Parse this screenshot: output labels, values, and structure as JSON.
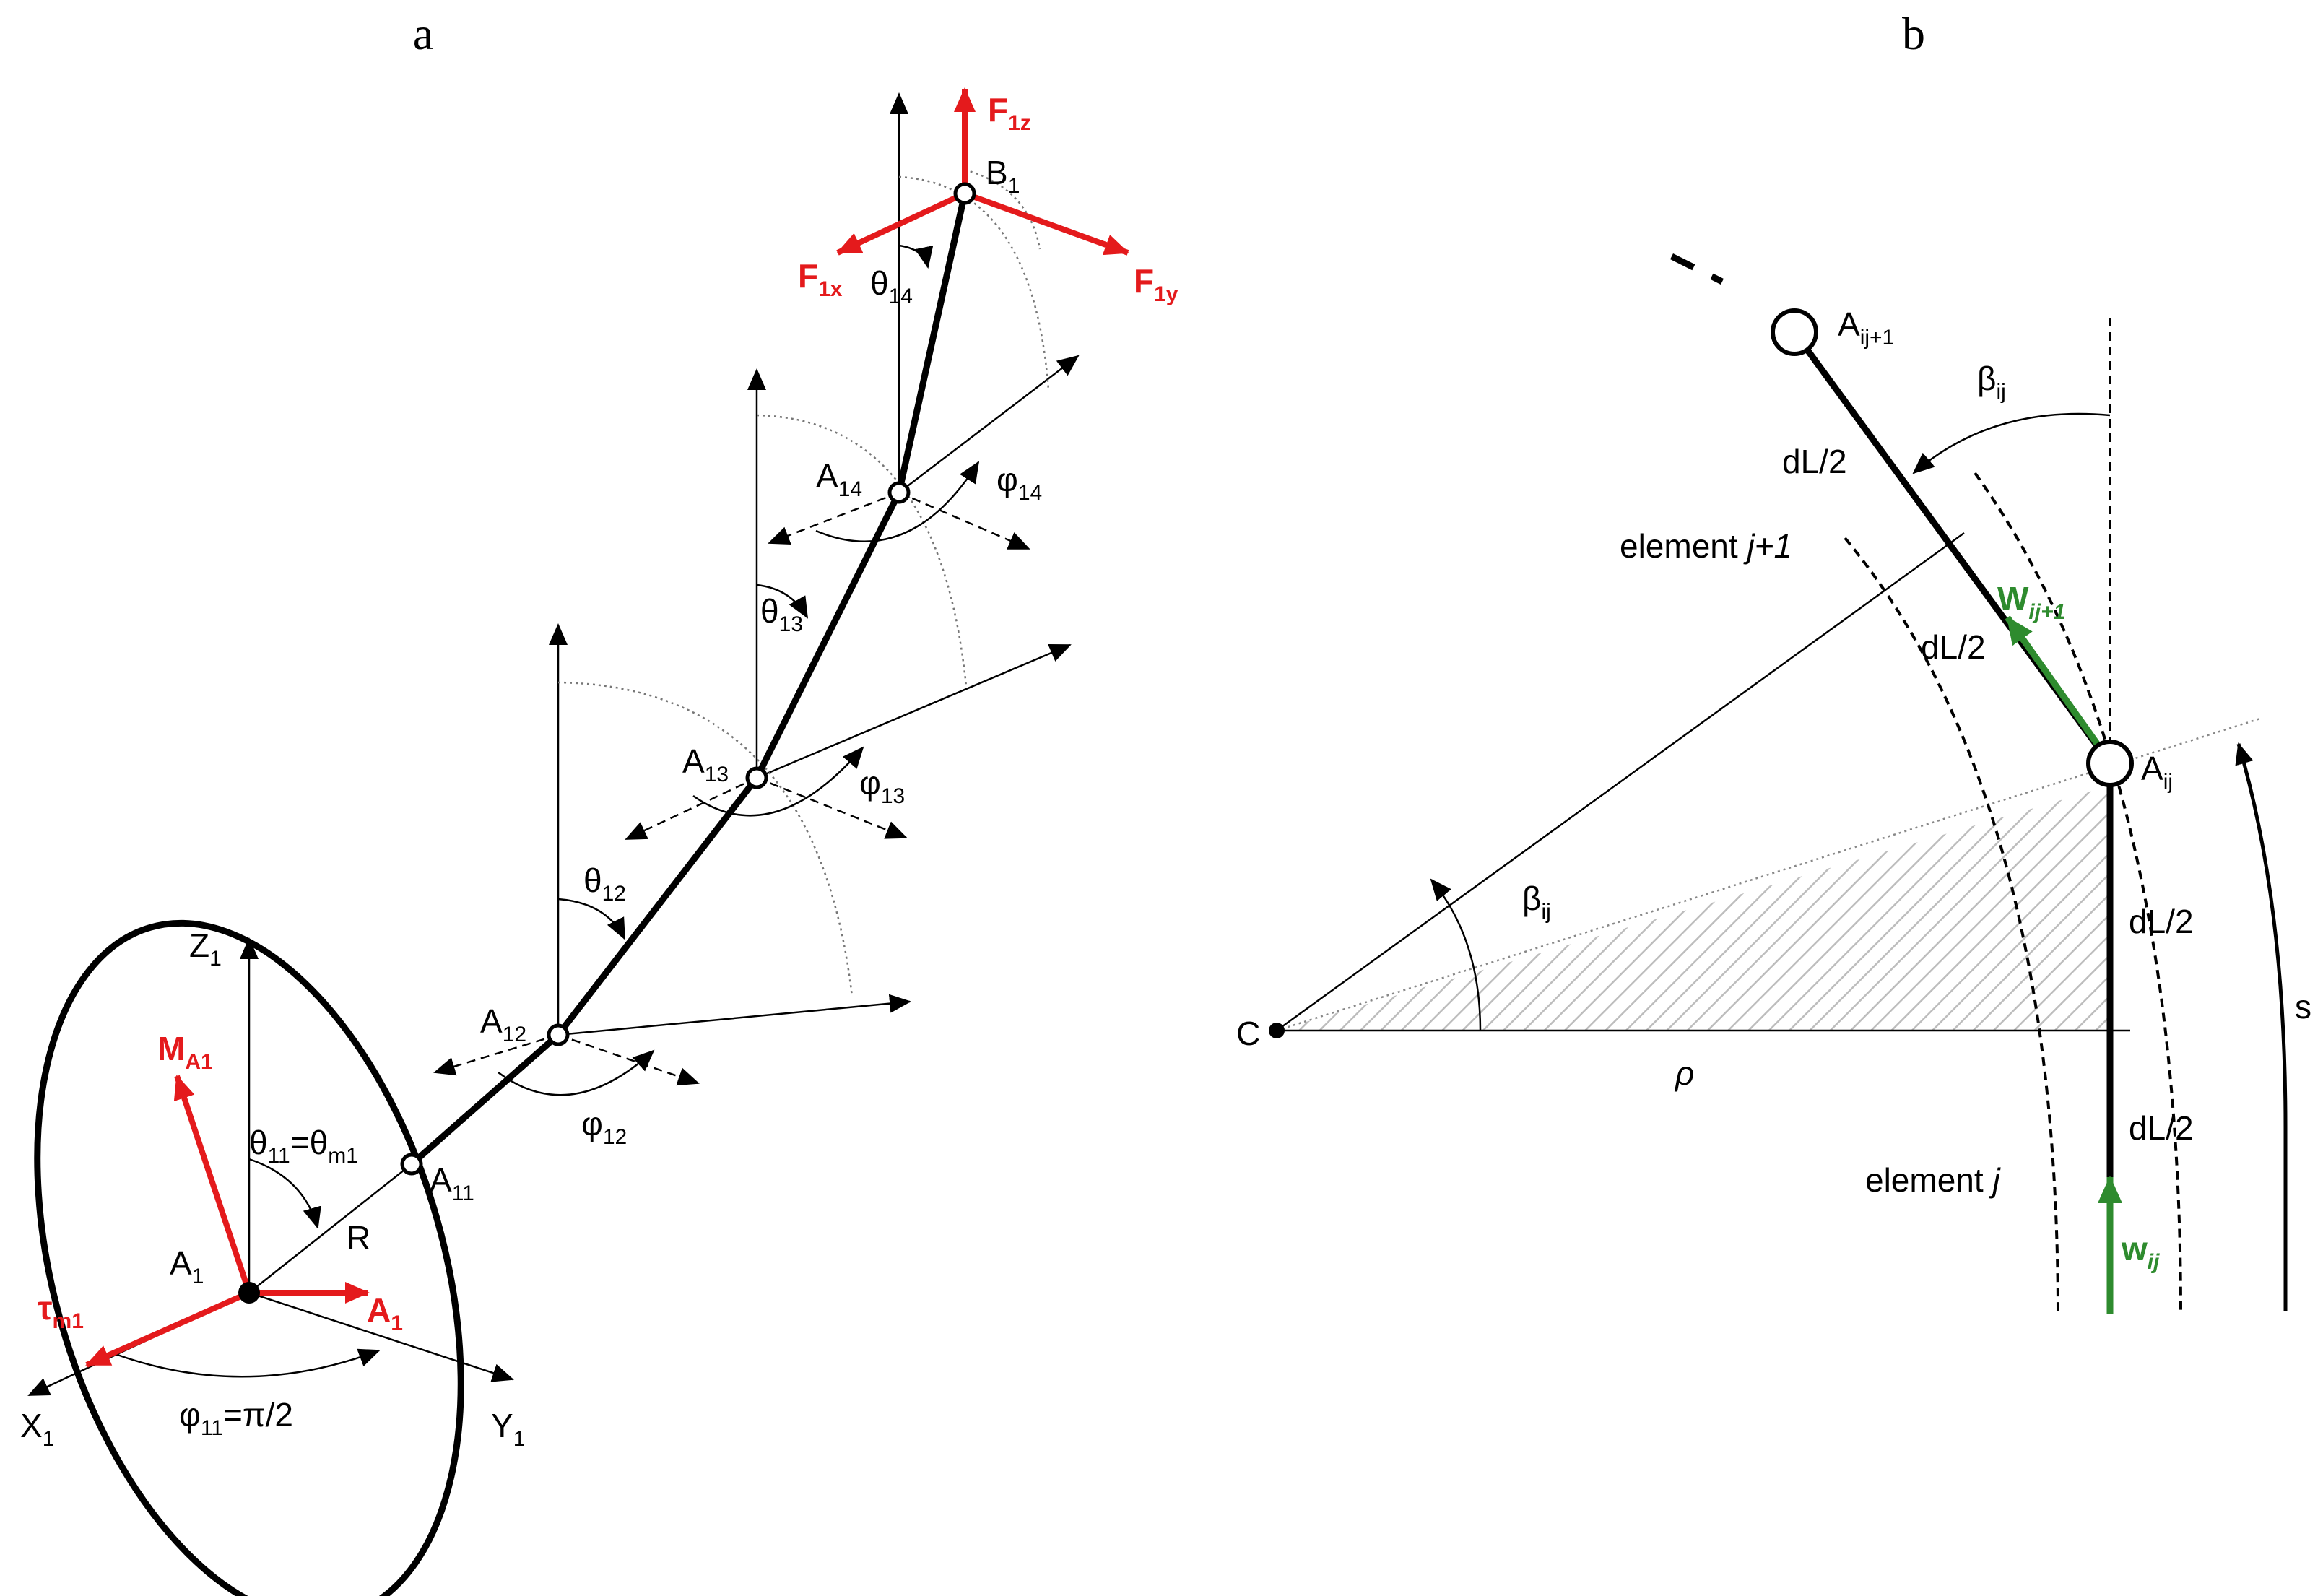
{
  "panels": {
    "a": {
      "letter": "a",
      "base_frame": {
        "origin": {
          "main": "A",
          "sub": "1"
        },
        "z_axis": {
          "main": "Z",
          "sub": "1"
        },
        "x_axis": {
          "main": "X",
          "sub": "1"
        },
        "y_axis": {
          "main": "Y",
          "sub": "1"
        },
        "radius": "R"
      },
      "nodes": [
        {
          "main": "A",
          "sub": "11"
        },
        {
          "main": "A",
          "sub": "12"
        },
        {
          "main": "A",
          "sub": "13"
        },
        {
          "main": "A",
          "sub": "14"
        },
        {
          "main": "B",
          "sub": "1"
        }
      ],
      "angles": {
        "theta_11": {
          "lead": "θ",
          "s1": "11",
          "mid": "=θ",
          "s2": "m1"
        },
        "phi_11": {
          "lead": "φ",
          "s1": "11",
          "tail": "=π/2"
        },
        "theta_12": {
          "main": "θ",
          "sub": "12"
        },
        "theta_13": {
          "main": "θ",
          "sub": "13"
        },
        "theta_14": {
          "main": "θ",
          "sub": "14"
        },
        "phi_12": {
          "main": "φ",
          "sub": "12"
        },
        "phi_13": {
          "main": "φ",
          "sub": "13"
        },
        "phi_14": {
          "main": "φ",
          "sub": "14"
        }
      },
      "loads": {
        "moment": {
          "main": "M",
          "sub": "A1"
        },
        "torque": {
          "main": "τ",
          "sub": "m1"
        },
        "anchor_force": {
          "main": "A",
          "sub": "1"
        },
        "f_x": {
          "main": "F",
          "sub": "1x"
        },
        "f_y": {
          "main": "F",
          "sub": "1y"
        },
        "f_z": {
          "main": "F",
          "sub": "1z"
        }
      }
    },
    "b": {
      "letter": "b",
      "center": "C",
      "radius": "ρ",
      "arc_length": "s",
      "node_j": {
        "main": "A",
        "sub": "ij"
      },
      "node_j1": {
        "main": "A",
        "sub": "ij+1"
      },
      "beta_top": {
        "main": "β",
        "sub": "ij"
      },
      "beta_center": {
        "main": "β",
        "sub": "ij"
      },
      "half_length": "dL/2",
      "element_j": {
        "prefix": "element ",
        "it": "j"
      },
      "element_j1": {
        "prefix": "element ",
        "it": "j+1"
      },
      "w_ij": {
        "main": "w",
        "sub": "ij"
      },
      "w_ij1": {
        "main": "W",
        "sub": "ij+1"
      }
    }
  },
  "colors": {
    "ink": "#000000",
    "load_red": "#e41a1c",
    "weight_green": "#2e8b2e",
    "hatch": "#bdbdbd",
    "guide": "#888888"
  }
}
